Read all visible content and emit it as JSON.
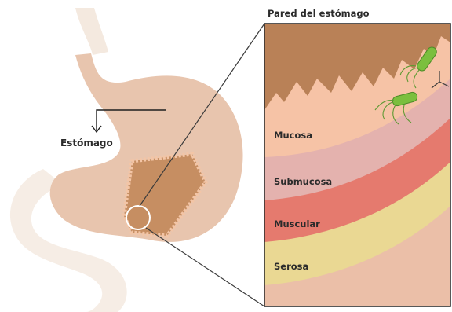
{
  "panel_title": "Pared del estómago",
  "organ_label": "Estómago",
  "layers": [
    {
      "label": "Mucosa"
    },
    {
      "label": "Submucosa"
    },
    {
      "label": "Muscular"
    },
    {
      "label": "Serosa"
    }
  ],
  "colors": {
    "stomach_skin": "#e7c4ad",
    "stomach_inner": "#c78f63",
    "esophagus_pale": "#f5ebe2",
    "mucosa": "#f5c2a5",
    "mucosa_dark": "#b98157",
    "submucosa": "#e3b1ad",
    "muscular": "#e57a6e",
    "serosa": "#ead893",
    "outer_tissue": "#ebbfa8",
    "bacteria": "#7bbf3e"
  }
}
